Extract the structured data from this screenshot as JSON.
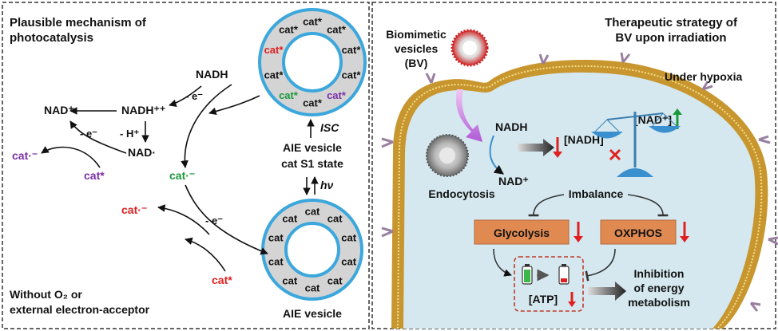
{
  "left_panel": {
    "title_line1": "Plausible mechanism of",
    "title_line2": "photocatalysis",
    "footer_line1": "Without O₂ or",
    "footer_line2": "external electron-acceptor",
    "labels": {
      "nadh": "NADH",
      "minus_e_1": "- e⁻",
      "nadh_radical_cation": "NADH⁺⁺",
      "nad_plus": "NAD⁺",
      "minus_e_2": "- e⁻",
      "minus_h": "- H⁺",
      "nad_radical": "NAD·",
      "cat_anion_purple": "cat·⁻",
      "cat_star_purple": "cat*",
      "cat_anion_green": "cat·⁻",
      "cat_anion_red": "cat·⁻",
      "minus_e_3": "- e⁻",
      "cat_star_red": "cat*",
      "isc": "ISC",
      "aie_vesicle_state_line1": "AIE vesicle",
      "aie_vesicle_state_line2": "cat S1 state",
      "hv": "hν",
      "aie_vesicle_bottom": "AIE vesicle"
    },
    "top_vesicle_labels": [
      {
        "text": "cat*",
        "color": "#111111"
      },
      {
        "text": "cat*",
        "color": "#111111"
      },
      {
        "text": "cat*",
        "color": "#111111"
      },
      {
        "text": "cat*",
        "color": "#111111"
      },
      {
        "text": "cat*",
        "color": "#7b2fa6"
      },
      {
        "text": "cat*",
        "color": "#111111"
      },
      {
        "text": "cat*",
        "color": "#1a9a3a"
      },
      {
        "text": "cat*",
        "color": "#111111"
      },
      {
        "text": "cat*",
        "color": "#e02020"
      },
      {
        "text": "cat*",
        "color": "#111111"
      }
    ],
    "bottom_vesicle_labels": [
      "cat",
      "cat",
      "cat",
      "cat",
      "cat",
      "cat",
      "cat",
      "cat",
      "cat",
      "cat"
    ]
  },
  "right_panel": {
    "title_line1": "Therapeutic strategy of",
    "title_line2": "BV upon irradiation",
    "biomimetic_line1": "Biomimetic",
    "biomimetic_line2": "vesicles",
    "biomimetic_line3": "(BV)",
    "under_hypoxia": "Under hypoxia",
    "nadh": "NADH",
    "nad_plus": "NAD⁺",
    "nadh_bracket": "[NADH]",
    "nad_plus_bracket": "[NAD⁺]",
    "endocytosis": "Endocytosis",
    "imbalance": "Imbalance",
    "glycolysis": "Glycolysis",
    "oxphos": "OXPHOS",
    "atp": "[ATP]",
    "inhibition_line1": "Inhibition",
    "inhibition_line2": "of energy",
    "inhibition_line3": "metabolism"
  },
  "colors": {
    "purple": "#7b2fa6",
    "green": "#1a9a3a",
    "red": "#e02020",
    "vesicle_blue": "#3ca7dc",
    "orange_box": "#e08a52",
    "membrane_gold": "#c8962e"
  }
}
